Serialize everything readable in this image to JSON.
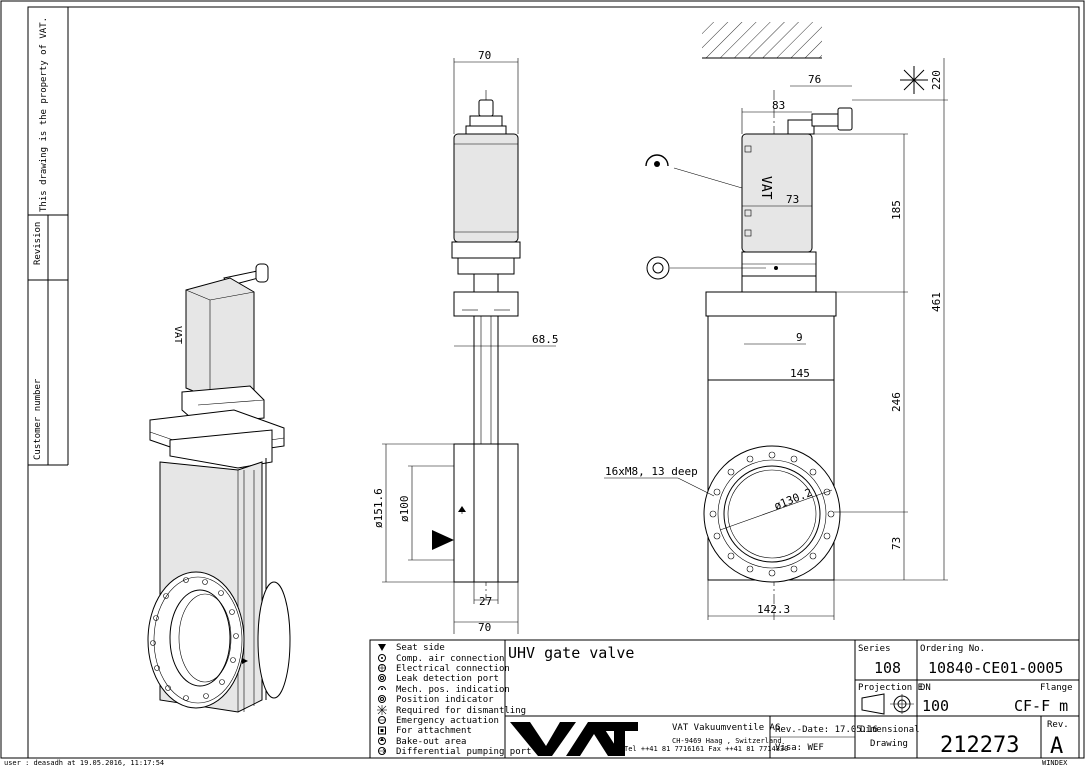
{
  "margin_left": {
    "property_note": "This drawing is the property of VAT.",
    "revision_label": "Revision",
    "customer_label": "Customer number"
  },
  "footer": {
    "user_stamp": "user : deasadh at 19.05.2016, 11:17:54",
    "corner_code": "WINDEX"
  },
  "dimensions": {
    "side_top_width": "70",
    "side_body_depth": "68.5",
    "side_dia_outer": "ø151.6",
    "side_dia_inner": "ø100",
    "side_bottom_27": "27",
    "side_bottom_70": "70",
    "front_handle_76": "76",
    "front_83": "83",
    "front_73_act": "73",
    "front_220": "220",
    "front_185": "185",
    "front_461": "461",
    "front_9": "9",
    "front_145": "145",
    "front_246": "246",
    "front_thread": "16xM8, 13 deep",
    "front_bolt_circle": "ø130.2",
    "front_73_low": "73",
    "front_142_3": "142.3"
  },
  "legend": [
    {
      "icon": "seat-side-icon",
      "label": "Seat side"
    },
    {
      "icon": "comp-air-icon",
      "label": "Comp. air connection"
    },
    {
      "icon": "electrical-icon",
      "label": "Electrical connection"
    },
    {
      "icon": "leak-port-icon",
      "label": "Leak detection port"
    },
    {
      "icon": "mech-pos-icon",
      "label": "Mech. pos. indication"
    },
    {
      "icon": "pos-indicator-icon",
      "label": "Position indicator"
    },
    {
      "icon": "dismantling-icon",
      "label": "Required for dismantling"
    },
    {
      "icon": "emergency-icon",
      "label": "Emergency actuation"
    },
    {
      "icon": "attachment-icon",
      "label": "For attachment"
    },
    {
      "icon": "bakeout-icon",
      "label": "Bake-out area"
    },
    {
      "icon": "diff-pump-icon",
      "label": "Differential pumping port"
    }
  ],
  "title_block": {
    "title": "UHV gate valve",
    "series_label": "Series",
    "series_value": "108",
    "ordering_label": "Ordering No.",
    "ordering_value": "10840-CE01-0005",
    "projection_label": "Projection E",
    "dn_label": "DN",
    "dn_value": "100",
    "flange_label": "Flange",
    "flange_value": "CF-F m",
    "company_name": "VAT Vakuumventile AG",
    "company_address": "CH-9469 Haag , Switzerland",
    "company_phone": "Tel ++41 81 7716161 Fax ++41 81 7714830",
    "rev_date": "Rev.-Date: 17.05.16",
    "visa": "Visa: WEF",
    "doc_type_1": "Dimensional",
    "doc_type_2": "Drawing",
    "drawing_number": "212273",
    "rev_label": "Rev.",
    "rev_value": "A",
    "logo_text": "VAT"
  }
}
